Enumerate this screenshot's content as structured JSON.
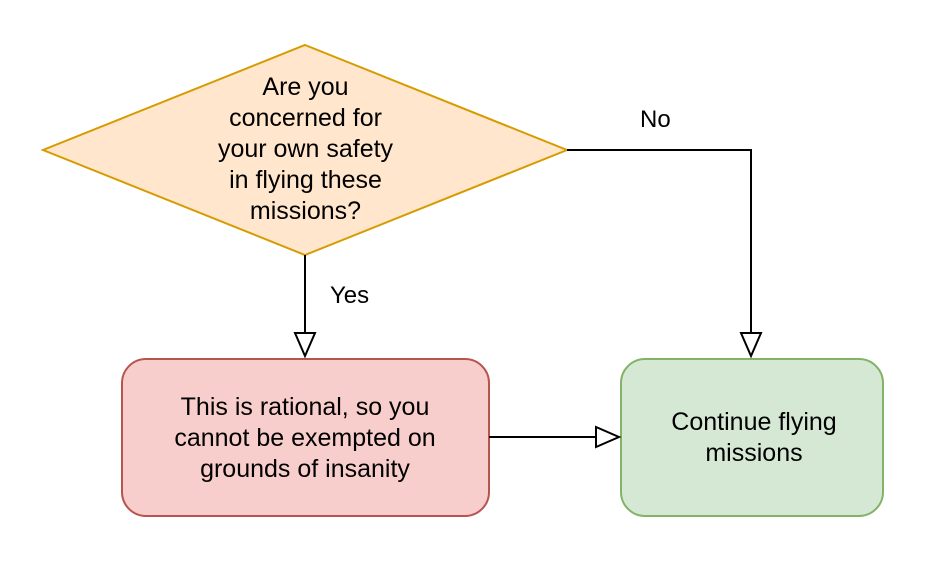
{
  "nodes": {
    "decision": {
      "text": "Are you\nconcerned for\nyour own safety\nin flying these\nmissions?",
      "shape": "diamond",
      "fill": "#ffe6cc",
      "stroke": "#d79b00"
    },
    "rational": {
      "text": "This is rational, so you\ncannot be exempted on\ngrounds of insanity",
      "shape": "rounded-rectangle",
      "fill": "#f8cecc",
      "stroke": "#b85450"
    },
    "continue": {
      "text": "Continue flying\nmissions",
      "shape": "rounded-rectangle",
      "fill": "#d5e8d4",
      "stroke": "#82b366"
    }
  },
  "edges": {
    "no": {
      "from": "decision",
      "to": "continue",
      "label": "No"
    },
    "yes": {
      "from": "decision",
      "to": "rational",
      "label": "Yes"
    },
    "rational_to_continue": {
      "from": "rational",
      "to": "continue",
      "label": ""
    }
  },
  "colors": {
    "edge": "#000000",
    "arrowhead_fill": "#ffffff"
  }
}
